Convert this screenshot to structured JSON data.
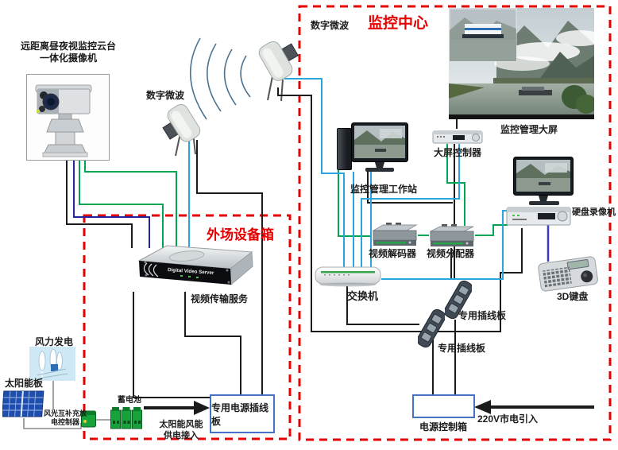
{
  "diagram": {
    "field_box": {
      "title": "外场设备箱",
      "camera_label": "远距离昼夜视监控云台一体化摄像机",
      "microwave_label": "数字微波",
      "video_server_label": "视频传输服务",
      "video_server_brand": "Digital Video Server",
      "wind_label": "风力发电",
      "solar_label": "太阳能板",
      "charge_controller_label": "风光互补充放电控制器",
      "battery_label": "蓄电池",
      "feed_label": "太阳能风能供电接入",
      "power_strip_box_label": "专用电源插线板"
    },
    "center_box": {
      "title": "监控中心",
      "microwave_label": "数字微波",
      "big_screen_label": "监控管理大屏",
      "big_screen_controller_label": "大屏控制器",
      "workstation_label": "监控管理工作站",
      "dvr_label": "硬盘录像机",
      "decoder_label": "视频解码器",
      "distributor_label": "视频分配器",
      "switch_label": "交换机",
      "keyboard_label": "3D键盘",
      "power_strip_a_label": "专用插线板",
      "power_strip_b_label": "专用插线板",
      "power_control_box_label": "电源控制箱",
      "mains_label": "220V市电引入"
    },
    "colors": {
      "border_red": "#e60000",
      "cable_black": "#1b1b1b",
      "cable_green": "#00a651",
      "cable_cyan": "#2aa6dd",
      "cable_navy": "#24249b",
      "cable_purple": "#3b3bc6"
    }
  }
}
